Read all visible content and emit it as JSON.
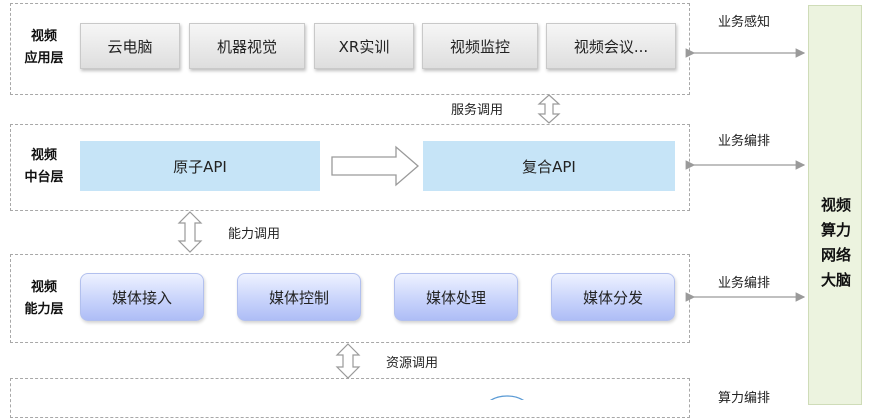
{
  "layers": {
    "application": {
      "label_line1": "视频",
      "label_line2": "应用层",
      "items": [
        "云电脑",
        "机器视觉",
        "XR实训",
        "视频监控",
        "视频会议..."
      ]
    },
    "middle": {
      "label_line1": "视频",
      "label_line2": "中台层",
      "atomic_api": "原子API",
      "composite_api": "复合API"
    },
    "capability": {
      "label_line1": "视频",
      "label_line2": "能力层",
      "items": [
        "媒体接入",
        "媒体控制",
        "媒体处理",
        "媒体分发"
      ]
    }
  },
  "calls": {
    "service": "服务调用",
    "ability": "能力调用",
    "resource": "资源调用"
  },
  "orchestration": {
    "perception": "业务感知",
    "arrange1": "业务编排",
    "arrange2": "业务编排",
    "compute": "算力编排"
  },
  "brain": {
    "line1": "视频",
    "line2": "算力",
    "line3": "网络",
    "line4": "大脑"
  }
}
